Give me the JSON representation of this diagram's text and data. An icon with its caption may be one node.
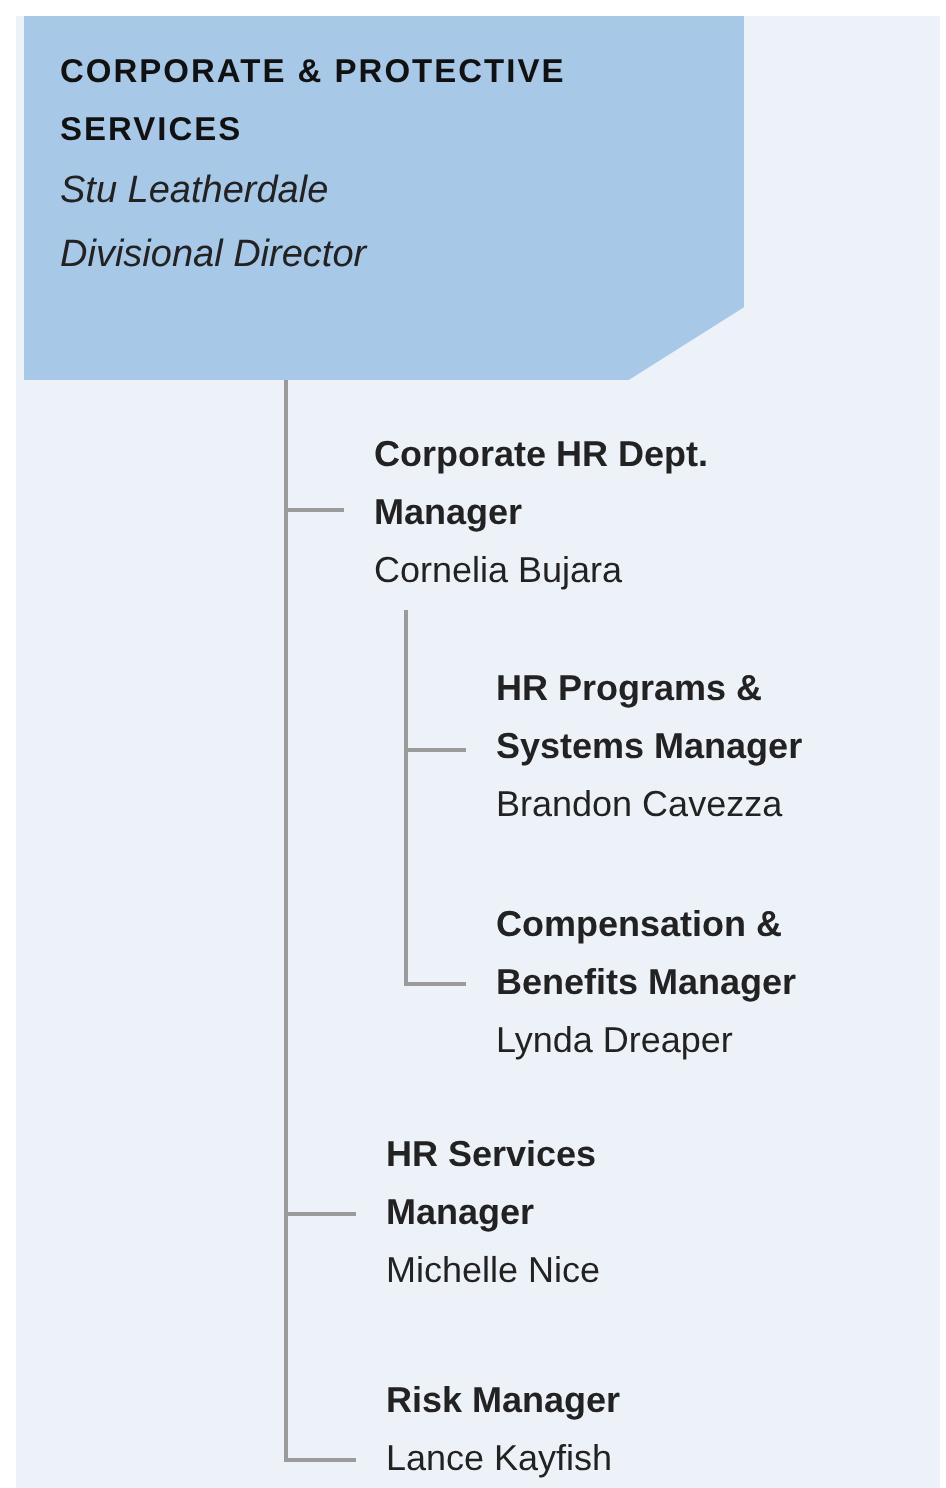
{
  "diagram": {
    "nodes": [
      {
        "text": [
          "CORPORATE & PROTECTIVE SERVICES",
          "Stu Leatherdale",
          "Divisional Director"
        ]
      },
      {
        "text": [
          "Corporate HR Dept. Manager",
          "Cornelia Bujara"
        ]
      },
      {
        "text": [
          "HR Programs & Systems Manager",
          "Brandon Cavezza"
        ]
      },
      {
        "text": [
          "Compensation & Benefits Manager",
          "Lynda Dreaper"
        ]
      },
      {
        "text": [
          "HR Services Manager",
          "Michelle Nice"
        ]
      },
      {
        "text": [
          "Risk Manager",
          "Lance Kayfish"
        ]
      }
    ],
    "edges": [
      {
        "from": 0,
        "to": 1,
        "arrow": "none"
      },
      {
        "from": 0,
        "to": 4,
        "arrow": "none"
      },
      {
        "from": 0,
        "to": 5,
        "arrow": "none"
      },
      {
        "from": 1,
        "to": 2,
        "arrow": "none"
      },
      {
        "from": 1,
        "to": 3,
        "arrow": "none"
      }
    ]
  }
}
